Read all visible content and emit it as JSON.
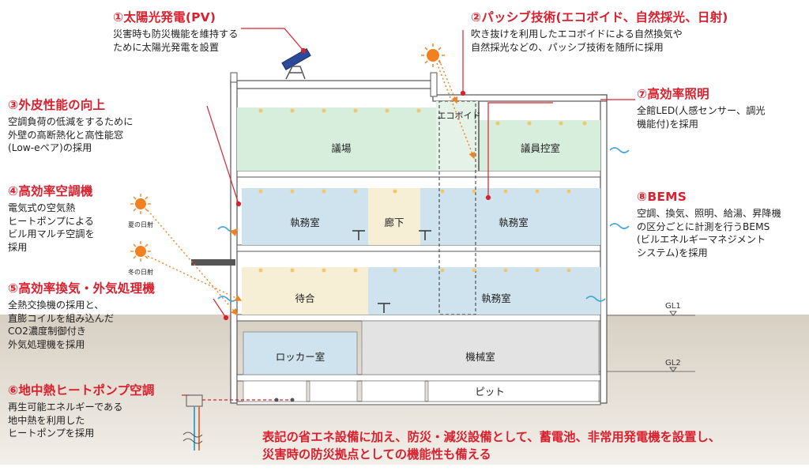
{
  "annotations": [
    {
      "key": "pv",
      "title": "①太陽光発電(PV)",
      "lines": [
        "災害時も防災機能を維持する",
        "ために太陽光発電を設置"
      ]
    },
    {
      "key": "passive",
      "title": "②パッシブ技術(エコボイド、自然採光、日射)",
      "lines": [
        "吹き抜けを利用したエコボイドによる自然換気や",
        "自然採光などの、パッシブ技術を随所に採用"
      ]
    },
    {
      "key": "envelope",
      "title": "③外皮性能の向上",
      "lines": [
        "空調負荷の低減をするために",
        "外壁の高断熱化と高性能窓",
        "(Low-eペア)の採用"
      ]
    },
    {
      "key": "hvac",
      "title": "④高効率空調機",
      "lines": [
        "電気式の空気熱",
        "ヒートポンプによる",
        "ビル用マルチ空調を",
        "採用"
      ]
    },
    {
      "key": "ventilation",
      "title": "⑤高効率換気・外気処理機",
      "lines": [
        "全熱交換機の採用と、",
        "直膨コイルを組み込んだ",
        "CO2濃度制御付き",
        "外気処理機を採用"
      ]
    },
    {
      "key": "geothermal",
      "title": "⑥地中熱ヒートポンプ空調",
      "lines": [
        "再生可能エネルギーである",
        "地中熱を利用した",
        "ヒートポンプを採用"
      ]
    },
    {
      "key": "lighting",
      "title": "⑦高効率照明",
      "lines": [
        "全館LED(人感センサー、調光",
        "機能付)を採用"
      ]
    },
    {
      "key": "bems",
      "title": "⑧BEMS",
      "lines": [
        "空調、換気、照明、給湯、昇降機",
        "の区分ごとに計測を行うBEMS",
        "(ビルエネルギーマネジメント",
        "システム)を採用"
      ]
    }
  ],
  "rooms": {
    "assembly_hall": "議場",
    "eco_void": "エコボイド",
    "members_room": "議員控室",
    "office_2f_left": "執務室",
    "corridor": "廊下",
    "office_2f_right": "執務室",
    "waiting_room": "待合",
    "office_1f": "執務室",
    "locker_room": "ロッカー室",
    "machine_room": "機械室",
    "pit": "ピット"
  },
  "sun_labels": {
    "summer": "夏の日射",
    "winter": "冬の日射"
  },
  "ground_levels": {
    "gl1": "GL1",
    "gl2": "GL2"
  },
  "footer": {
    "lines": [
      "表記の省エネ設備に加え、防災・減災設備として、蓄電池、非常用発電機を設置し、",
      "災害時の防災拠点としての機能性も備える"
    ]
  },
  "colors": {
    "accent": "#d9202e",
    "room_green": "#d8eedd",
    "room_blue": "#cfe3ee",
    "room_beige": "#f7eed6",
    "room_gray": "#e3e3e3",
    "ground": "#dcd5c9",
    "sun": "#f08020"
  }
}
